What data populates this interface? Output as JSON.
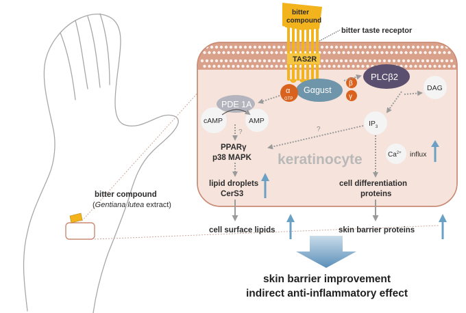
{
  "receptor": {
    "compound_label_line1": "bitter",
    "compound_label_line2": "compound",
    "receptor_callout": "bitter taste receptor",
    "receptor_name": "TAS2R"
  },
  "cell": {
    "label": "keratinocyte",
    "gagust": "Gαgust",
    "alpha": "α",
    "alpha_sub": "GTP",
    "beta": "β",
    "gamma": "γ",
    "plcb2": "PLCβ2",
    "dag": "DAG",
    "pde1a": "PDE 1A",
    "camp": "cAMP",
    "amp": "AMP",
    "ip3": "IP",
    "ip3_sub": "3",
    "ca": "Ca",
    "ca_sup": "2+",
    "influx": "influx",
    "question1": "?",
    "question2": "?",
    "ppar": "PPARγ",
    "p38": "p38 MAPK",
    "lipid_line1": "lipid droplets",
    "lipid_line2": "CerS3",
    "diff_line1": "cell differentiation",
    "diff_line2": "proteins"
  },
  "outputs": {
    "lipids": "cell surface lipids",
    "barrier_proteins": "skin barrier proteins"
  },
  "hand": {
    "compound_label": "bitter compound",
    "extract_species": "Gentiana lutea",
    "extract_word": " extract)",
    "paren_open": "("
  },
  "conclusion": {
    "line1": "skin barrier improvement",
    "line2": "indirect anti-inflammatory effect"
  },
  "colors": {
    "membrane": "#d9a08a",
    "membrane_dots": "#ffffff",
    "cell_fill": "#f6e4dc",
    "cell_border": "#c98a74",
    "receptor": "#f2b31d",
    "compound": "#f2b31d",
    "gagust": "#6f95ab",
    "plcb2": "#5a4f6e",
    "subunit_orange": "#d9631e",
    "pde": "#b4b4be",
    "ghost_circle": "#f4f4f4",
    "arrow_grey": "#9a9a9a",
    "up_arrow": "#6aa0c4",
    "hand_outline": "#a7a7a7"
  },
  "icons": {
    "up_arrow": "up-arrow-icon",
    "down_arrow": "big-down-arrow-icon"
  }
}
